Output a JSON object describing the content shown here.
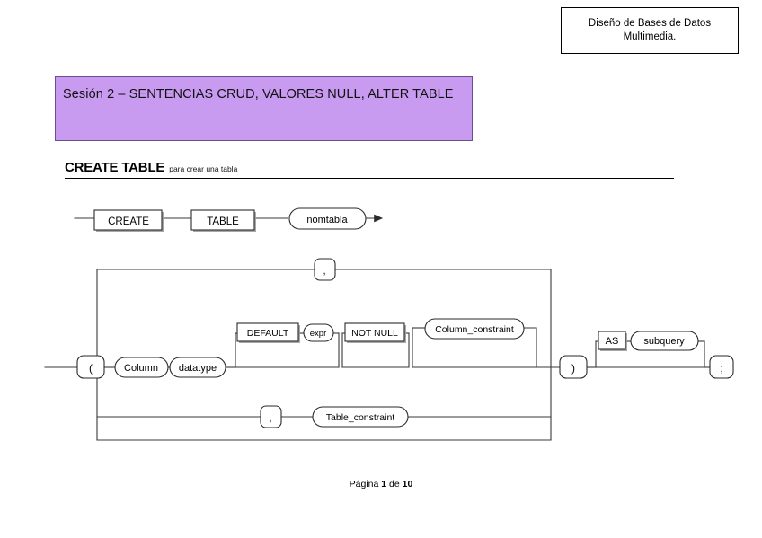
{
  "document": {
    "header_box": {
      "line1": "Diseño de Bases de Datos",
      "line2": "Multimedia."
    },
    "session_banner": {
      "text": "Sesión 2 – SENTENCIAS CRUD, VALORES NULL, ALTER TABLE",
      "background_color": "#c89bf0",
      "border_color": "#6b4e8e"
    },
    "section": {
      "title": "CREATE TABLE",
      "subtitle": "para crear una tabla"
    },
    "footer": {
      "prefix": "Página",
      "page": "1",
      "middle": "de",
      "total": "10"
    }
  },
  "diagram": {
    "type": "railroad-syntax-diagram",
    "name": "CREATE TABLE statement syntax",
    "row1_nodes": [
      {
        "id": "create",
        "label": "CREATE",
        "shape": "rect"
      },
      {
        "id": "table",
        "label": "TABLE",
        "shape": "rect"
      },
      {
        "id": "nomtabla",
        "label": "nomtabla",
        "shape": "stadium"
      }
    ],
    "row2_nodes": [
      {
        "id": "open-paren",
        "label": "(",
        "shape": "roundrect"
      },
      {
        "id": "comma-top",
        "label": ",",
        "shape": "roundrect"
      },
      {
        "id": "column",
        "label": "Column",
        "shape": "stadium"
      },
      {
        "id": "datatype",
        "label": "datatype",
        "shape": "stadium"
      },
      {
        "id": "default",
        "label": "DEFAULT",
        "shape": "rect"
      },
      {
        "id": "expr",
        "label": "expr",
        "shape": "stadium"
      },
      {
        "id": "not-null",
        "label": "NOT NULL",
        "shape": "rect"
      },
      {
        "id": "column-constraint",
        "label": "Column_constraint",
        "shape": "stadium"
      },
      {
        "id": "comma-bottom",
        "label": ",",
        "shape": "roundrect"
      },
      {
        "id": "table-constraint",
        "label": "Table_constraint",
        "shape": "stadium"
      },
      {
        "id": "close-paren",
        "label": ")",
        "shape": "roundrect"
      },
      {
        "id": "as",
        "label": "AS",
        "shape": "rect"
      },
      {
        "id": "subquery",
        "label": "subquery",
        "shape": "stadium"
      },
      {
        "id": "semicolon",
        "label": ";",
        "shape": "roundrect"
      }
    ]
  }
}
